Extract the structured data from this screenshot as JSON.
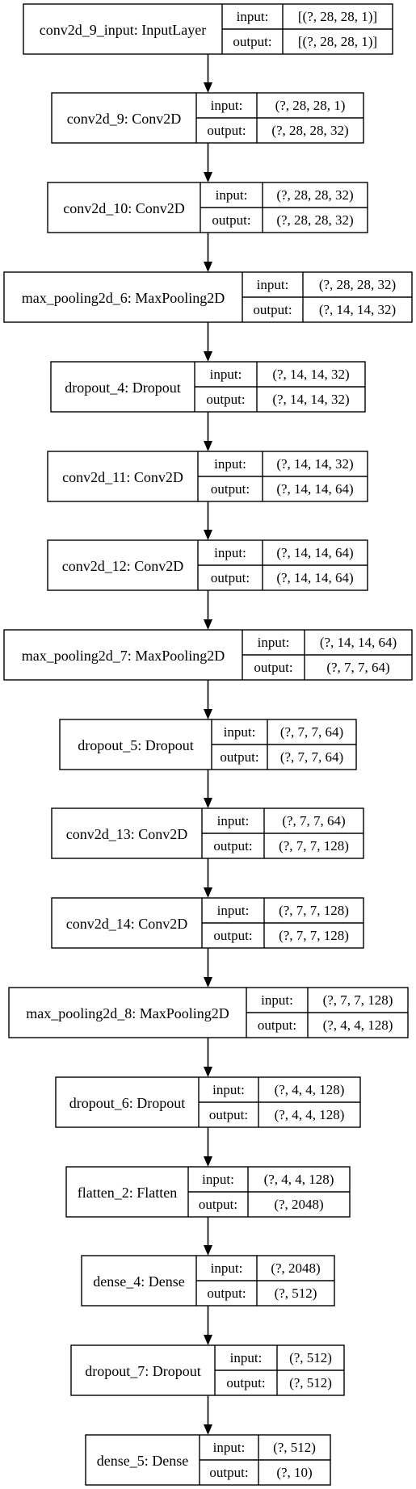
{
  "port_labels": {
    "input": "input:",
    "output": "output:"
  },
  "layers": [
    {
      "name": "conv2d_9_input: InputLayer",
      "input": "[(?, 28, 28, 1)]",
      "output": "[(?, 28, 28, 1)]"
    },
    {
      "name": "conv2d_9: Conv2D",
      "input": "(?, 28, 28, 1)",
      "output": "(?, 28, 28, 32)"
    },
    {
      "name": "conv2d_10: Conv2D",
      "input": "(?, 28, 28, 32)",
      "output": "(?, 28, 28, 32)"
    },
    {
      "name": "max_pooling2d_6: MaxPooling2D",
      "input": "(?, 28, 28, 32)",
      "output": "(?, 14, 14, 32)"
    },
    {
      "name": "dropout_4: Dropout",
      "input": "(?, 14, 14, 32)",
      "output": "(?, 14, 14, 32)"
    },
    {
      "name": "conv2d_11: Conv2D",
      "input": "(?, 14, 14, 32)",
      "output": "(?, 14, 14, 64)"
    },
    {
      "name": "conv2d_12: Conv2D",
      "input": "(?, 14, 14, 64)",
      "output": "(?, 14, 14, 64)"
    },
    {
      "name": "max_pooling2d_7: MaxPooling2D",
      "input": "(?, 14, 14, 64)",
      "output": "(?, 7, 7, 64)"
    },
    {
      "name": "dropout_5: Dropout",
      "input": "(?, 7, 7, 64)",
      "output": "(?, 7, 7, 64)"
    },
    {
      "name": "conv2d_13: Conv2D",
      "input": "(?, 7, 7, 64)",
      "output": "(?, 7, 7, 128)"
    },
    {
      "name": "conv2d_14: Conv2D",
      "input": "(?, 7, 7, 128)",
      "output": "(?, 7, 7, 128)"
    },
    {
      "name": "max_pooling2d_8: MaxPooling2D",
      "input": "(?, 7, 7, 128)",
      "output": "(?, 4, 4, 128)"
    },
    {
      "name": "dropout_6: Dropout",
      "input": "(?, 4, 4, 128)",
      "output": "(?, 4, 4, 128)"
    },
    {
      "name": "flatten_2: Flatten",
      "input": "(?, 4, 4, 128)",
      "output": "(?, 2048)"
    },
    {
      "name": "dense_4: Dense",
      "input": "(?, 2048)",
      "output": "(?, 512)"
    },
    {
      "name": "dropout_7: Dropout",
      "input": "(?, 512)",
      "output": "(?, 512)"
    },
    {
      "name": "dense_5: Dense",
      "input": "(?, 512)",
      "output": "(?, 10)"
    }
  ]
}
